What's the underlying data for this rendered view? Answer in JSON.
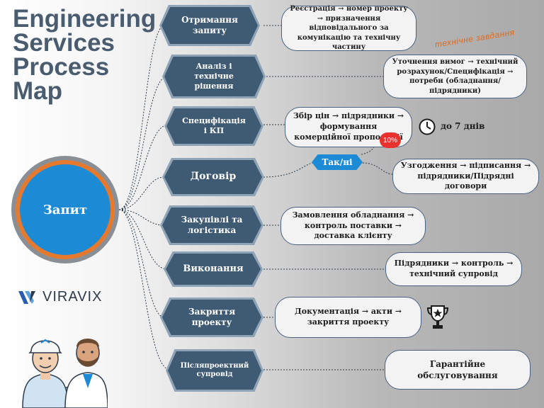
{
  "title": {
    "line1": "Engineering",
    "line2": "Services",
    "line3": "Process",
    "line4": "Map"
  },
  "center": {
    "label": "Запит"
  },
  "brand": {
    "name": "VIRAVIX"
  },
  "steps": [
    {
      "label": "Отримання запиту",
      "description": "Реєстрація → номер проекту → призначення відповідального за комунікацію та технічну частину"
    },
    {
      "label": "Аналіз і технічне рішення",
      "description": "Уточнення вимог → технічний розрахунок/Специфікація → потреби (обладнання/підрядники)"
    },
    {
      "label": "Специфікація і КП",
      "description": "Збір цін → підрядники → формування комерційної пропозиції"
    },
    {
      "label": "Договір",
      "description": "Узгодження → підписання → підрядники/Підрядні договори"
    },
    {
      "label": "Закупівлі та логістика",
      "description": "Замовлення обладнання → контроль поставки → доставка клієнту"
    },
    {
      "label": "Виконання",
      "description": "Підрядники → контроль → технічний супровід"
    },
    {
      "label": "Закриття проекту",
      "description": "Документація → акти → закриття проекту"
    },
    {
      "label": "Післяпроектний супровід",
      "description": "Гарантійне обслуговування"
    }
  ],
  "annotations": {
    "handwritten_note": "технічне завдання",
    "duration": "до 7 днів",
    "percent_badge": "10%",
    "decision": "Так/ні"
  },
  "icons": {
    "clock": "clock-icon",
    "trophy": "trophy-icon",
    "logo": "viravix-logo-icon",
    "people": "engineers-illustration"
  },
  "colors": {
    "hexagon": "#3f5a73",
    "accent_blue": "#1d8ad6",
    "accent_orange": "#e57a2e",
    "title": "#4a5d70",
    "badge_red": "#e8322e"
  }
}
